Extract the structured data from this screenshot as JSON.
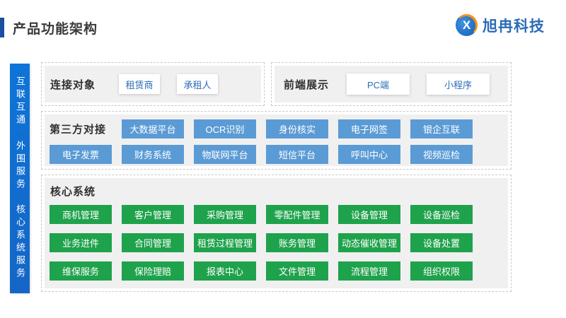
{
  "header": {
    "title": "产品功能架构",
    "logo": {
      "monogram": "X",
      "text": "旭冉科技"
    }
  },
  "sidebar": {
    "groups": [
      "互联互通",
      "外围服务",
      "核心系统服务"
    ]
  },
  "sections": {
    "connect": {
      "label": "连接对象",
      "items": [
        "租赁商",
        "承租人"
      ]
    },
    "frontend": {
      "label": "前端展示",
      "items": [
        "PC端",
        "小程序"
      ]
    },
    "third_party": {
      "label": "第三方对接",
      "row1": [
        "大数据平台",
        "OCR识别",
        "身份核实",
        "电子网签",
        "银企互联"
      ],
      "row2": [
        "电子发票",
        "财务系统",
        "物联网平台",
        "短信平台",
        "呼叫中心",
        "视频巡检"
      ]
    },
    "core": {
      "label": "核心系统",
      "rows": [
        [
          "商机管理",
          "客户管理",
          "采购管理",
          "零配件管理",
          "设备管理",
          "设备巡检"
        ],
        [
          "业务进件",
          "合同管理",
          "租赁过程管理",
          "账务管理",
          "动态催收管理",
          "设备处置"
        ],
        [
          "维保服务",
          "保险理赔",
          "报表中心",
          "文件管理",
          "流程管理",
          "组织权限"
        ]
      ]
    }
  },
  "colors": {
    "accent_blue": "#5B9BD5",
    "accent_green": "#1FA24C",
    "rail_blue": "#0E74D8",
    "brand_blue": "#2C6CB6",
    "title_bar_blue": "#1B4F9F",
    "logo_orange": "#F49019"
  }
}
